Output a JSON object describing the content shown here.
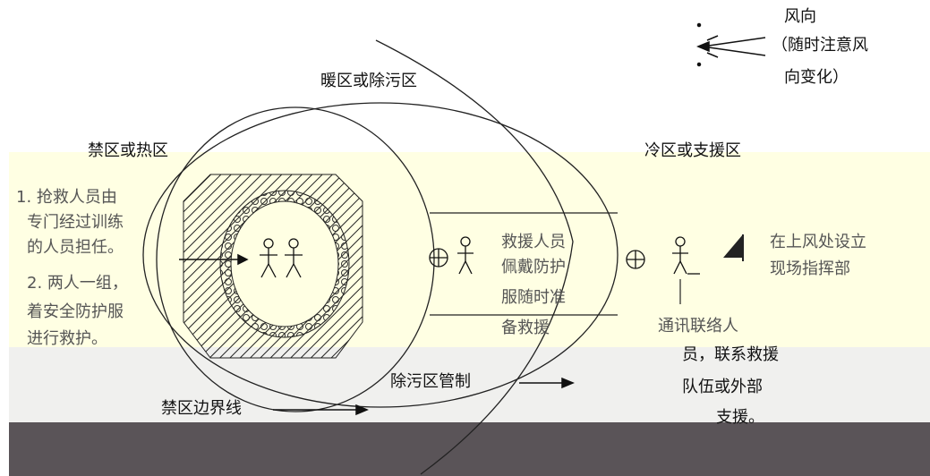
{
  "wind": {
    "title": "风向",
    "note_line1": "（随时注意风",
    "note_line2": "向变化）"
  },
  "zones": {
    "warm": "暖区或除污区",
    "hot": "禁区或热区",
    "cold": "冷区或支援区"
  },
  "rescue_notes": {
    "line1": "1. 抢救人员由",
    "line2": "专门经过训练",
    "line3": "的人员担任。",
    "line4": "2. 两人一组，",
    "line5": "着安全防护服",
    "line6": "进行救护。"
  },
  "ppe_box": {
    "line1": "救援人员",
    "line2": "佩戴防护",
    "line3": "服随时准",
    "line4": "备救援"
  },
  "command": {
    "line1": "在上风处设立",
    "line2": "现场指挥部"
  },
  "comm": {
    "line1": "通讯联络人",
    "line2": "员，联系救援",
    "line3": "队伍或外部",
    "line4": "支援。"
  },
  "decon_control": "除污区管制",
  "hot_boundary": "禁区边界线",
  "colors": {
    "band_yellow": "#ffffe3",
    "band_gray": "#f0f0ee",
    "band_dark": "#5a5458"
  }
}
